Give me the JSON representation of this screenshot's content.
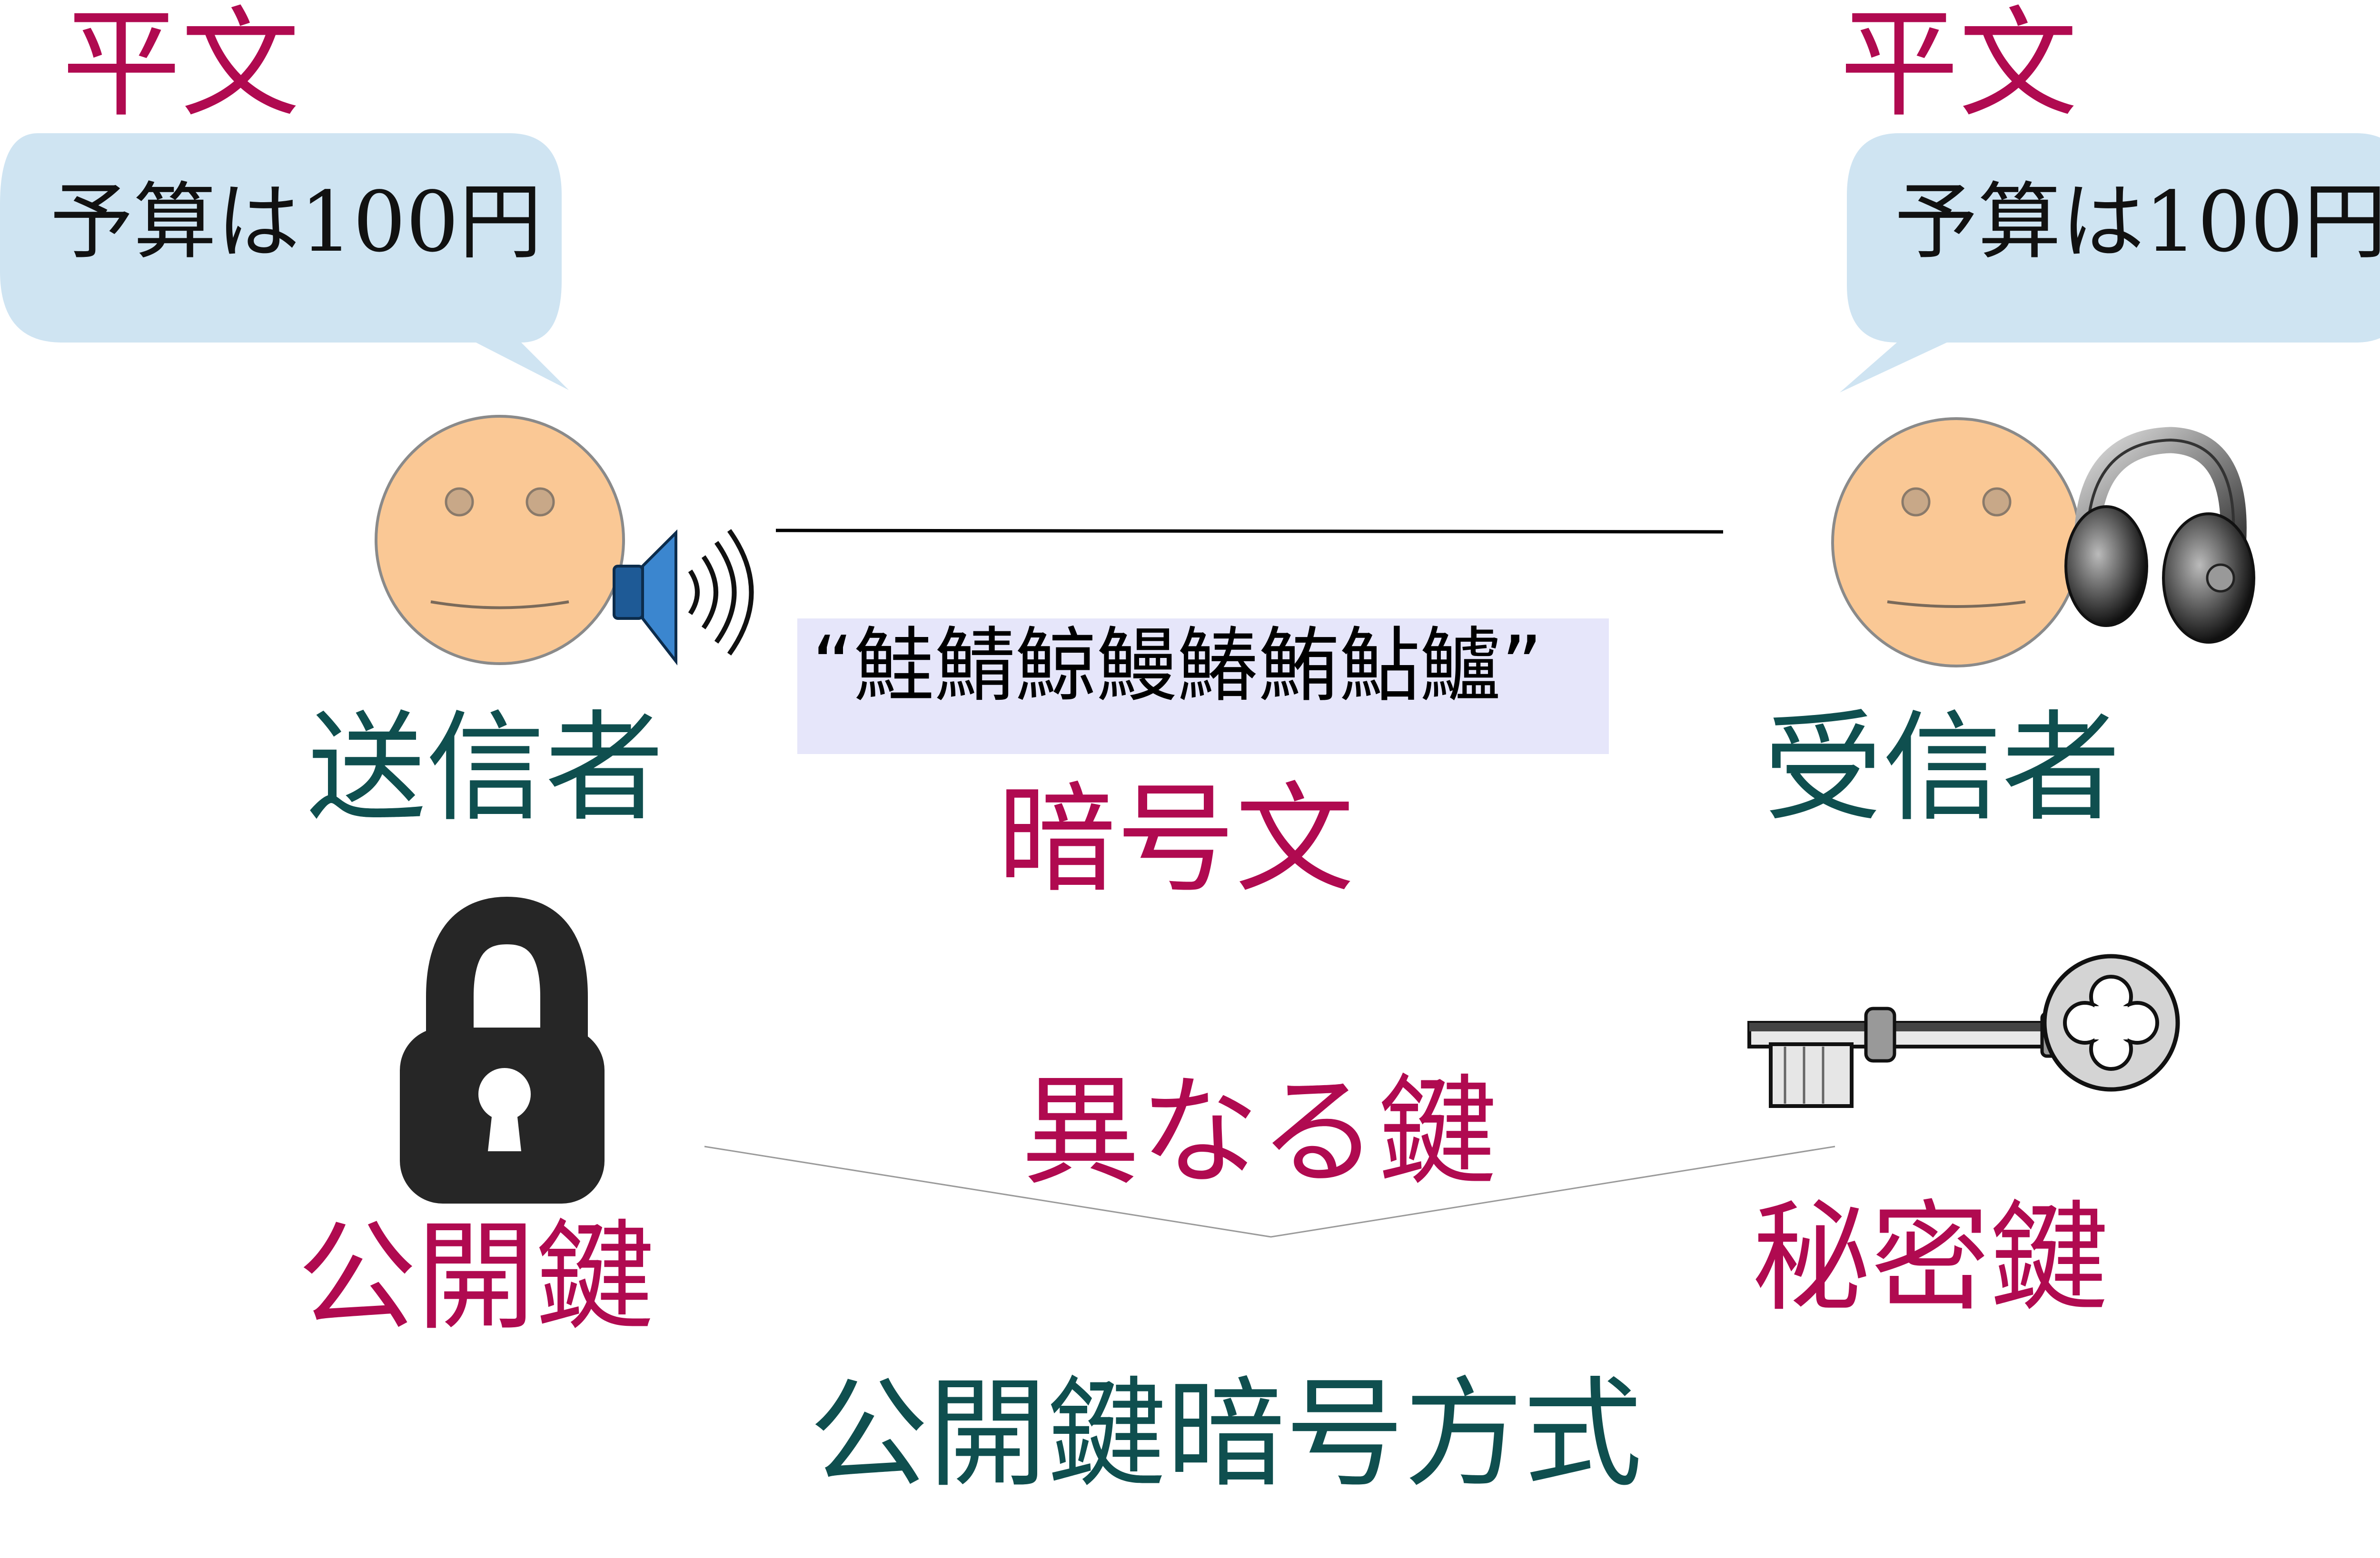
{
  "plaintext_label": "平文",
  "plaintext_message": "予算は100円",
  "sender_label": "送信者",
  "receiver_label": "受信者",
  "ciphertext": "“鮭鯖鯨鰻鰆鮪鮎鱸”",
  "ciphertext_label": "暗号文",
  "public_key_label": "公開鍵",
  "secret_key_label": "秘密鍵",
  "different_keys_label": "異なる鍵",
  "scheme_title": "公開鍵暗号方式",
  "colors": {
    "label_magenta": "#b00a50",
    "label_teal": "#0f4f4f",
    "bubble_fill": "#cfe4f2",
    "face_fill": "#fac895",
    "cipher_box": "#e6e6fa"
  }
}
